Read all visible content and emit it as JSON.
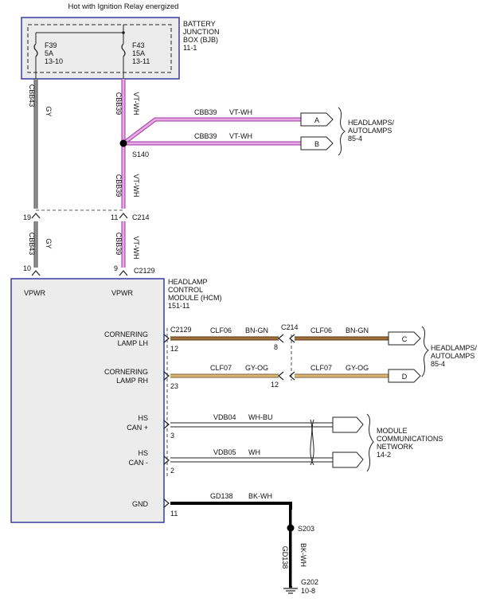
{
  "header_note": "Hot with Ignition Relay energized",
  "bjb": {
    "title_lines": [
      "BATTERY",
      "JUNCTION",
      "BOX (BJB)",
      "11-1"
    ],
    "fuses": [
      {
        "name": "F39",
        "rating": "5A",
        "ref": "13-10"
      },
      {
        "name": "F43",
        "rating": "15A",
        "ref": "13-11"
      }
    ]
  },
  "hcm": {
    "title_lines": [
      "HEADLAMP",
      "CONTROL",
      "MODULE (HCM)",
      "151-11"
    ],
    "pins": {
      "vpwr1": "VPWR",
      "vpwr2": "VPWR",
      "cornering_lh": [
        "CORNERING",
        "LAMP LH"
      ],
      "cornering_rh": [
        "CORNERING",
        "LAMP RH"
      ],
      "hs_can_plus": [
        "HS",
        "CAN +"
      ],
      "hs_can_minus": [
        "HS",
        "CAN -"
      ],
      "gnd": "GND"
    }
  },
  "circuits": {
    "cbb43": {
      "id": "CBB43",
      "color": "GY"
    },
    "cbb39": {
      "id": "CBB39",
      "color": "VT-WH"
    },
    "clf06": {
      "id": "CLF06",
      "color": "BN-GN"
    },
    "clf07": {
      "id": "CLF07",
      "color": "GY-OG"
    },
    "vdb04": {
      "id": "VDB04",
      "color": "WH-BU"
    },
    "vdb05": {
      "id": "VDB05",
      "color": "WH"
    },
    "gd138": {
      "id": "GD138",
      "color": "BK-WH"
    }
  },
  "splices": {
    "s140": "S140",
    "s203": "S203"
  },
  "connectors": {
    "c214": "C214",
    "c2129": "C2129",
    "pins": {
      "c214_gy": "19",
      "c214_vt": "11",
      "c2129_gy": "10",
      "c2129_vt": "9",
      "lh_hcm": "12",
      "lh_c214": "8",
      "rh_hcm": "23",
      "rh_c214": "12",
      "can_plus": "3",
      "can_minus": "2",
      "gnd": "11"
    }
  },
  "destinations": {
    "A": "A",
    "B": "B",
    "C": "C",
    "D": "D",
    "headlamps_lines": [
      "HEADLAMPS/",
      "AUTOLAMPS",
      "85-4"
    ],
    "network_lines": [
      "MODULE",
      "COMMUNICATIONS",
      "NETWORK",
      "14-2"
    ]
  },
  "ground": {
    "id": "G202",
    "ref": "10-8"
  },
  "colors": {
    "box_border": "#3a3aa0",
    "box_fill": "#ececec",
    "wire_gy": "#808080",
    "wire_vt_wh": "#cc66cc",
    "wire_bn_gn": "#8b5a2b",
    "wire_gy_og": "#c8a060",
    "wire_bk": "#000000"
  }
}
